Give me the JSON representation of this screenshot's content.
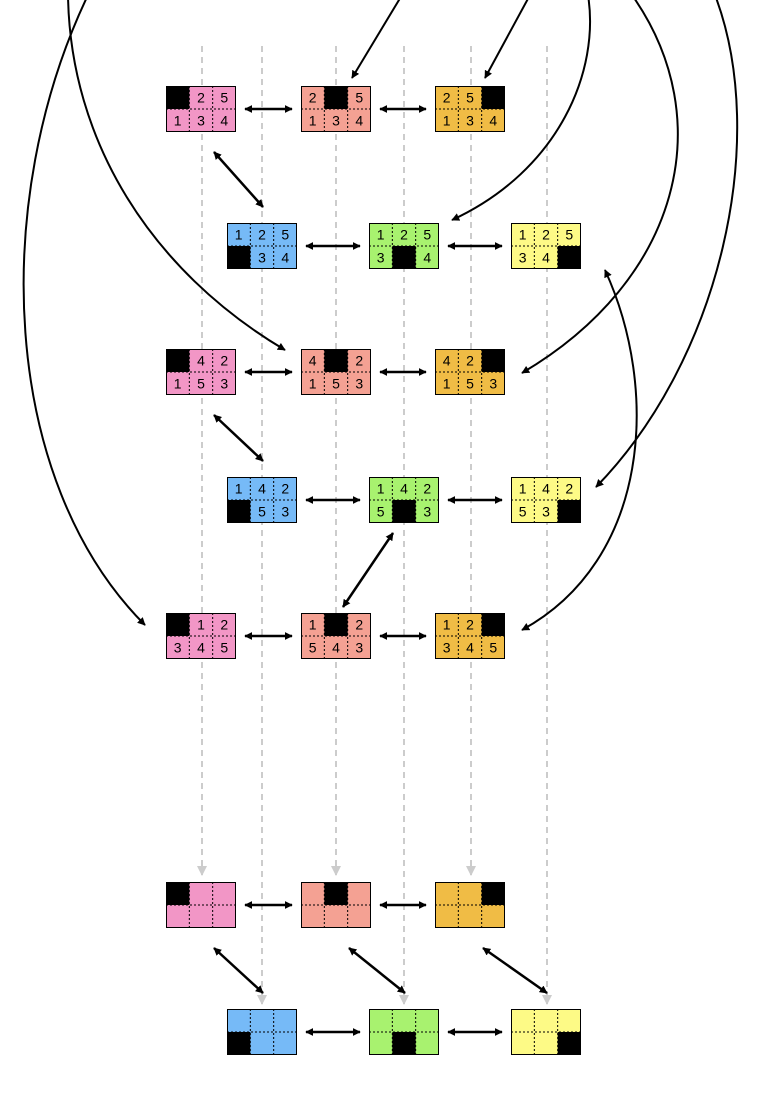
{
  "colors": {
    "pink": "#f296c6",
    "salmon": "#f4a193",
    "orange": "#f0bc45",
    "blue": "#76baf7",
    "green": "#a8f26f",
    "yellow": "#fdfa86",
    "blank": "#000000",
    "guide": "#cccccc",
    "arrow": "#000000"
  },
  "states": [
    {
      "id": "r1a",
      "color": "pink",
      "cells": [
        "",
        "2",
        "5",
        "1",
        "3",
        "4"
      ]
    },
    {
      "id": "r1b",
      "color": "salmon",
      "cells": [
        "2",
        "",
        "5",
        "1",
        "3",
        "4"
      ]
    },
    {
      "id": "r1c",
      "color": "orange",
      "cells": [
        "2",
        "5",
        "",
        "1",
        "3",
        "4"
      ]
    },
    {
      "id": "r2a",
      "color": "blue",
      "cells": [
        "1",
        "2",
        "5",
        "",
        "3",
        "4"
      ]
    },
    {
      "id": "r2b",
      "color": "green",
      "cells": [
        "1",
        "2",
        "5",
        "3",
        "",
        "4"
      ]
    },
    {
      "id": "r2c",
      "color": "yellow",
      "cells": [
        "1",
        "2",
        "5",
        "3",
        "4",
        ""
      ]
    },
    {
      "id": "r3a",
      "color": "pink",
      "cells": [
        "",
        "4",
        "2",
        "1",
        "5",
        "3"
      ]
    },
    {
      "id": "r3b",
      "color": "salmon",
      "cells": [
        "4",
        "",
        "2",
        "1",
        "5",
        "3"
      ]
    },
    {
      "id": "r3c",
      "color": "orange",
      "cells": [
        "4",
        "2",
        "",
        "1",
        "5",
        "3"
      ]
    },
    {
      "id": "r4a",
      "color": "blue",
      "cells": [
        "1",
        "4",
        "2",
        "",
        "5",
        "3"
      ]
    },
    {
      "id": "r4b",
      "color": "green",
      "cells": [
        "1",
        "4",
        "2",
        "5",
        "",
        "3"
      ]
    },
    {
      "id": "r4c",
      "color": "yellow",
      "cells": [
        "1",
        "4",
        "2",
        "5",
        "3",
        ""
      ]
    },
    {
      "id": "r5a",
      "color": "pink",
      "cells": [
        "",
        "1",
        "2",
        "3",
        "4",
        "5"
      ]
    },
    {
      "id": "r5b",
      "color": "salmon",
      "cells": [
        "1",
        "",
        "2",
        "5",
        "4",
        "3"
      ]
    },
    {
      "id": "r5c",
      "color": "orange",
      "cells": [
        "1",
        "2",
        "",
        "3",
        "4",
        "5"
      ]
    },
    {
      "id": "r6a",
      "color": "pink",
      "cells": [
        "",
        "",
        "",
        "",
        "",
        ""
      ]
    },
    {
      "id": "r6b",
      "color": "salmon",
      "cells": [
        "",
        "",
        "",
        "",
        "",
        ""
      ]
    },
    {
      "id": "r6c",
      "color": "orange",
      "cells": [
        "",
        "",
        "",
        "",
        "",
        ""
      ]
    },
    {
      "id": "r7a",
      "color": "blue",
      "cells": [
        "",
        "",
        "",
        "",
        "",
        ""
      ]
    },
    {
      "id": "r7b",
      "color": "green",
      "cells": [
        "",
        "",
        "",
        "",
        "",
        ""
      ]
    },
    {
      "id": "r7c",
      "color": "yellow",
      "cells": [
        "",
        "",
        "",
        "",
        "",
        ""
      ]
    }
  ],
  "links": [
    [
      "r1a",
      "r1b"
    ],
    [
      "r1b",
      "r1c"
    ],
    [
      "r1a",
      "r2a"
    ],
    [
      "r2a",
      "r2b"
    ],
    [
      "r2b",
      "r2c"
    ],
    [
      "r3a",
      "r3b"
    ],
    [
      "r3b",
      "r3c"
    ],
    [
      "r3a",
      "r4a"
    ],
    [
      "r4a",
      "r4b"
    ],
    [
      "r4b",
      "r4c"
    ],
    [
      "r4b",
      "r5b"
    ],
    [
      "r5a",
      "r5b"
    ],
    [
      "r5b",
      "r5c"
    ],
    [
      "r6a",
      "r6b"
    ],
    [
      "r6b",
      "r6c"
    ],
    [
      "r6a",
      "r7a"
    ],
    [
      "r6b",
      "r7b"
    ],
    [
      "r6c",
      "r7c"
    ],
    [
      "r7a",
      "r7b"
    ],
    [
      "r7b",
      "r7c"
    ],
    [
      "r2c",
      "r5c"
    ]
  ]
}
